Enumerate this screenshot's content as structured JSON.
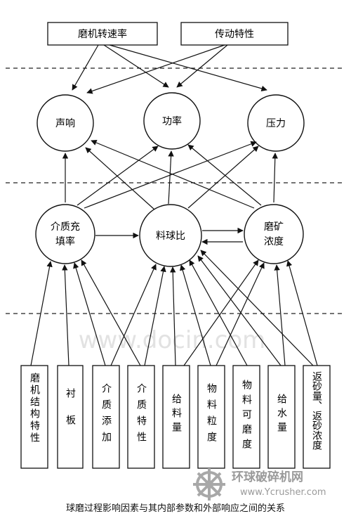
{
  "top_boxes": {
    "mill_speed": "磨机转速率",
    "transmission": "传动特性"
  },
  "responses": {
    "sound": "声响",
    "power": "功率",
    "pressure": "压力"
  },
  "params": {
    "fill_rate_line1": "介质充",
    "fill_rate_line2": "填率",
    "ball_ratio": "料球比",
    "density_line1": "磨矿",
    "density_line2": "浓度"
  },
  "factors": {
    "mill_structure": "磨机结构特性",
    "liner": "衬板",
    "media_add": "介质添加",
    "media_prop": "介质特性",
    "feed_rate": "给料量",
    "particle_size": "物料粒度",
    "grindability": "物料可磨度",
    "water_feed": "给水量",
    "return_sand": "返砂量、返砂浓度"
  },
  "watermark": "www.docin.com",
  "brand": {
    "name": "环球破碎机网",
    "url": "www.Ycrusher.com"
  },
  "caption": "球磨过程影响因素与其内部参数和外部响应之间的关系"
}
